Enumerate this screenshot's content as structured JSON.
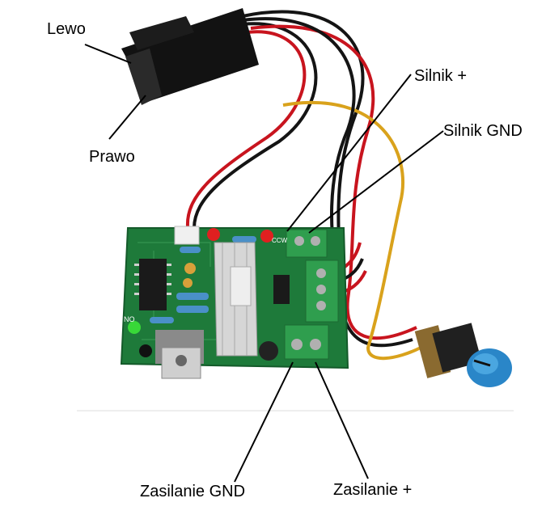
{
  "labels": {
    "lewo": "Lewo",
    "prawo": "Prawo",
    "silnik_plus": "Silnik +",
    "silnik_gnd": "Silnik GND",
    "zasilanie_gnd": "Zasilanie GND",
    "zasilanie_plus": "Zasilanie +"
  },
  "board_markings": {
    "no": "NO",
    "ccw": "CCW"
  },
  "colors": {
    "pcb": "#1e7a3a",
    "wire_red": "#c8141e",
    "wire_black": "#141414",
    "wire_yellow": "#d9a21c",
    "terminal": "#2f9e4e",
    "knob": "#2a86c8"
  }
}
